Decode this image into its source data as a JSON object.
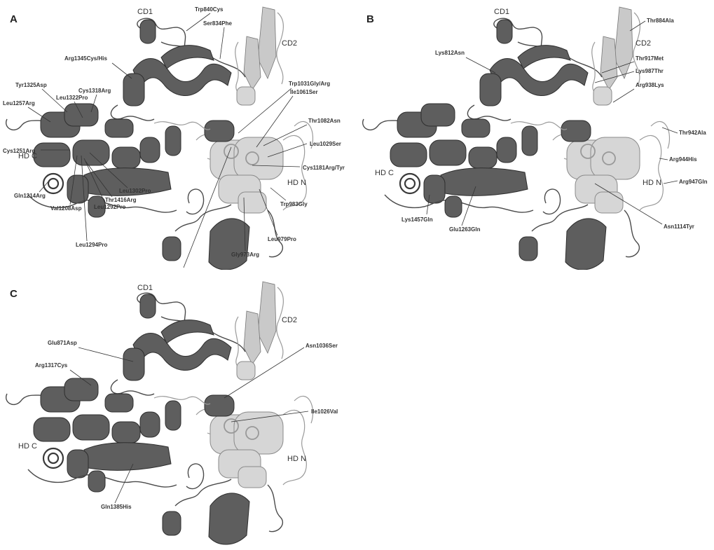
{
  "colors": {
    "dark_domain": "#5e5e5e",
    "light_domain": "#d6d6d6",
    "label": "#333333"
  },
  "panels": [
    {
      "letter": "A",
      "domains": {
        "cd1": "CD1",
        "cd2": "CD2",
        "hdc": "HD C",
        "hdn": "HD N"
      },
      "mutations": [
        "Trp840Cys",
        "Ser834Phe",
        "Arg1345Cys/His",
        "Tyr1325Asp",
        "Cys1318Arg",
        "Leu1322Pro",
        "Leu1257Arg",
        "Cys1251Arg",
        "Gln1214Arg",
        "Val1208Asp",
        "Leu1292Pro",
        "Leu1294Pro",
        "Thr1416Arg",
        "Leu1302Pro",
        "Trp1031Gly/Arg",
        "Ile1061Ser",
        "Thr1082Asn",
        "Leu1029Ser",
        "Cys1181Arg/Tyr",
        "Trp983Gly",
        "Leu979Pro",
        "Gly973Arg"
      ]
    },
    {
      "letter": "B",
      "domains": {
        "cd1": "CD1",
        "cd2": "CD2",
        "hdc": "HD C",
        "hdn": "HD N"
      },
      "mutations": [
        "Thr884Ala",
        "Lys812Asn",
        "Thr917Met",
        "Lys987Thr",
        "Arg938Lys",
        "Thr942Ala",
        "Arg944His",
        "Arg947Gln",
        "Asn1114Tyr",
        "Lys1457Gln",
        "Glu1263Gln"
      ]
    },
    {
      "letter": "C",
      "domains": {
        "cd1": "CD1",
        "cd2": "CD2",
        "hdc": "HD C",
        "hdn": "HD N"
      },
      "mutations": [
        "Glu871Asp",
        "Asn1036Ser",
        "Arg1317Cys",
        "Ile1026Val",
        "Gln1385His"
      ]
    }
  ]
}
